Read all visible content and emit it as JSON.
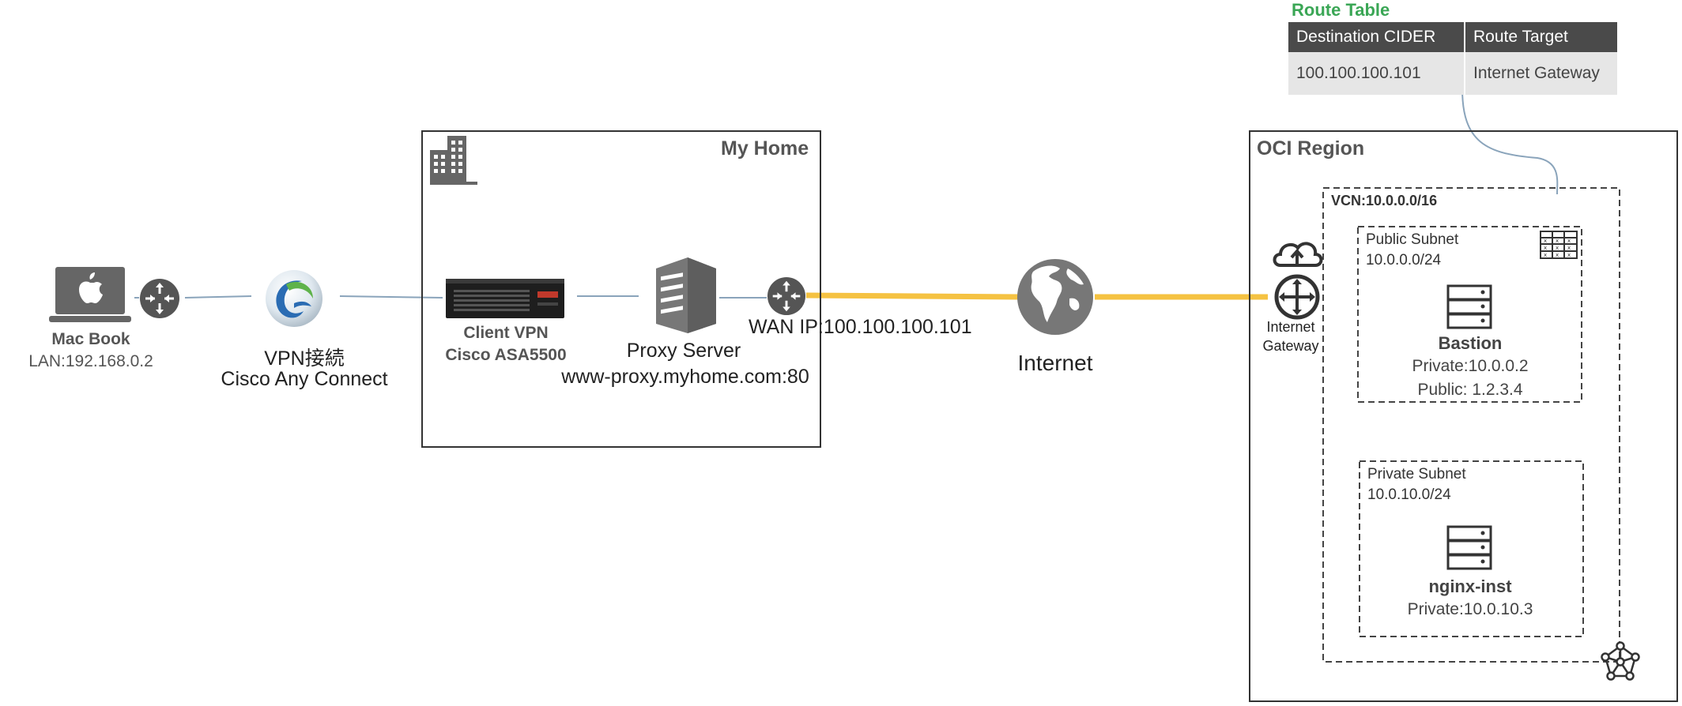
{
  "route_table": {
    "title": "Route Table",
    "headers": [
      "Destination   CIDER",
      "Route Target"
    ],
    "rows": [
      [
        "100.100.100.101",
        "Internet Gateway"
      ]
    ]
  },
  "macbook": {
    "name": "Mac Book",
    "lan": "LAN:192.168.0.2"
  },
  "vpn_client": {
    "line1": "VPN接続",
    "line2": "Cisco Any Connect"
  },
  "my_home": {
    "title": "My Home",
    "vpn_device": {
      "line1": "Client VPN",
      "line2": "Cisco ASA5500"
    },
    "proxy": {
      "line1": "Proxy Server",
      "line2": "www-proxy.myhome.com:80"
    },
    "wan": "WAN IP:100.100.100.101"
  },
  "internet": {
    "label": "Internet"
  },
  "oci": {
    "title": "OCI Region",
    "vcn": "VCN:10.0.0.0/16",
    "igw": {
      "line1": "Internet",
      "line2": "Gateway"
    },
    "public_subnet": {
      "name": "Public Subnet",
      "cidr": "10.0.0.0/24"
    },
    "bastion": {
      "name": "Bastion",
      "private": "Private:10.0.0.2",
      "public": "Public: 1.2.3.4"
    },
    "private_subnet": {
      "name": "Private Subnet",
      "cidr": "10.0.10.0/24"
    },
    "nginx": {
      "name": "nginx-inst",
      "private": "Private:10.0.10.3"
    }
  },
  "colors": {
    "route_table_title": "#3aa655",
    "link": "#f5c242",
    "connector": "#8aa4bb",
    "icon": "#666666"
  }
}
